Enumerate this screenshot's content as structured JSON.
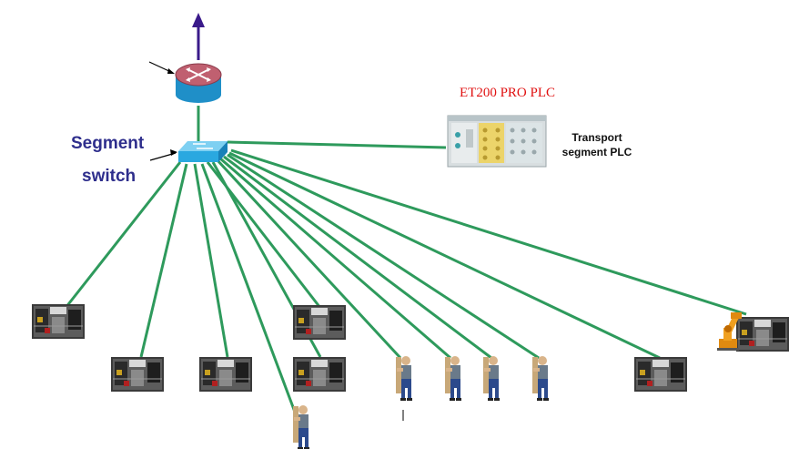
{
  "labels": {
    "segment_line1": "Segment",
    "segment_line2": "switch",
    "plc_model": "ET200 PRO PLC",
    "transport_line1": "Transport",
    "transport_line2": "segment PLC"
  },
  "colors": {
    "link": "#2e9a5c",
    "uplink_arrow": "#3a1a8a",
    "segment_label": "#2e2e8c",
    "plc_label": "#e01010",
    "router_top": "#c06070",
    "router_body": "#1f8fc8",
    "switch": "#2aa8e0"
  },
  "nodes": {
    "router": {
      "icon": "router-icon"
    },
    "switch": {
      "icon": "network-switch-icon"
    },
    "plc": {
      "icon": "plc-module-icon"
    },
    "devices": [
      {
        "kind": "machine",
        "icon": "machine-station-icon"
      },
      {
        "kind": "machine",
        "icon": "machine-station-icon"
      },
      {
        "kind": "machine",
        "icon": "machine-station-icon"
      },
      {
        "kind": "worker",
        "icon": "worker-icon"
      },
      {
        "kind": "machine",
        "icon": "machine-station-icon"
      },
      {
        "kind": "machine",
        "icon": "machine-station-icon"
      },
      {
        "kind": "worker",
        "icon": "worker-icon"
      },
      {
        "kind": "worker",
        "icon": "worker-icon"
      },
      {
        "kind": "worker",
        "icon": "worker-icon"
      },
      {
        "kind": "worker",
        "icon": "worker-icon"
      },
      {
        "kind": "machine",
        "icon": "machine-station-icon"
      },
      {
        "kind": "robot-station",
        "icon": "robot-arm-icon"
      }
    ]
  }
}
